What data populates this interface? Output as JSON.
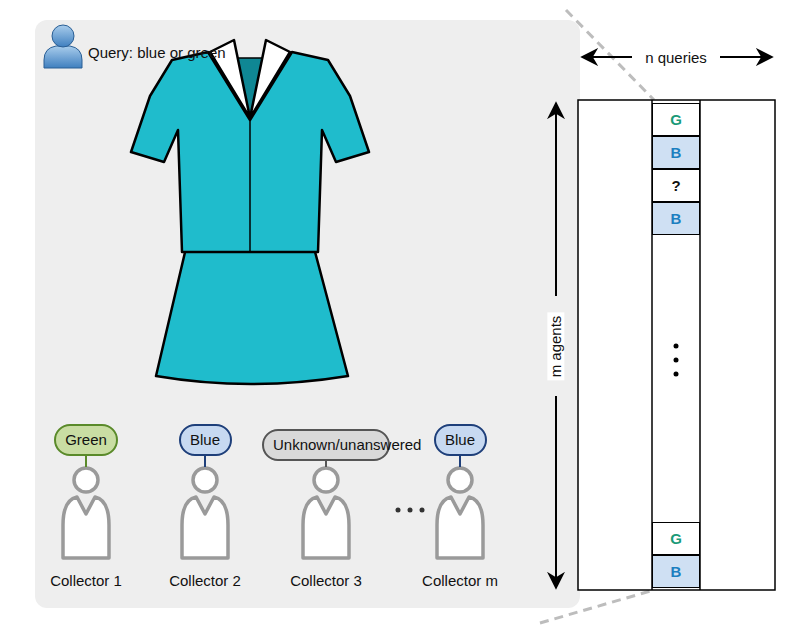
{
  "diagram": {
    "nodes": [
      {
        "text": [
          "Green"
        ]
      },
      {
        "text": [
          "Blue"
        ]
      },
      {
        "text": [
          "Unknown/unanswered"
        ]
      },
      {
        "text": [
          "Blue"
        ]
      },
      {
        "text": [
          "G"
        ]
      },
      {
        "text": [
          "B"
        ]
      },
      {
        "text": [
          "?"
        ]
      },
      {
        "text": [
          "B"
        ]
      },
      {
        "text": [
          "G"
        ]
      },
      {
        "text": [
          "B"
        ]
      }
    ],
    "labels": [
      "Query: blue or green",
      "n queries",
      "m agents",
      "Collector 1",
      "Collector 2",
      "Collector 3",
      "Collector m"
    ]
  }
}
